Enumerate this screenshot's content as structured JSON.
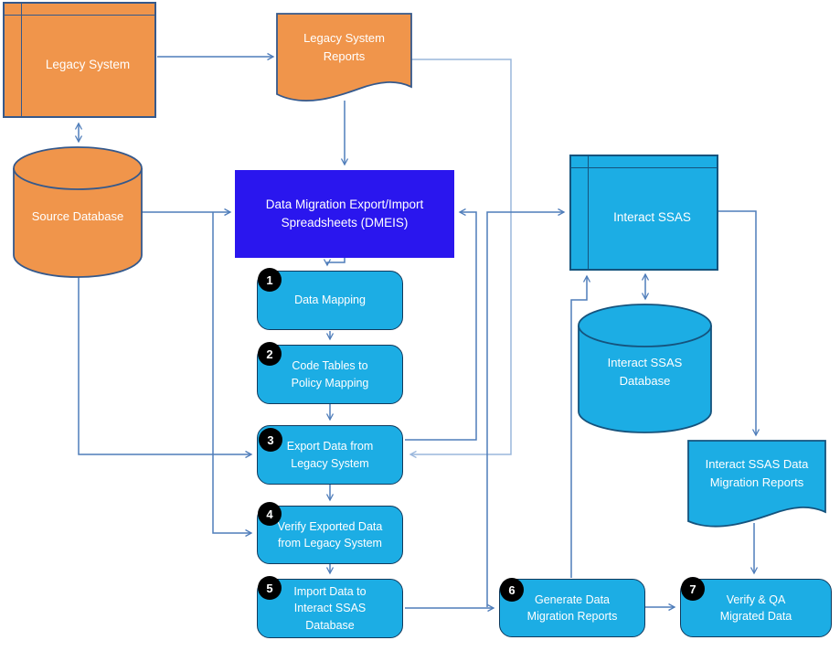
{
  "diagram": {
    "nodes": {
      "legacy_system": "Legacy System",
      "legacy_system_reports": "Legacy System Reports",
      "source_database": "Source Database",
      "dmeis": "Data Migration  Export/Import Spreadsheets (DMEIS)",
      "interact_ssas": "Interact SSAS",
      "interact_ssas_database": "Interact SSAS Database",
      "interact_ssas_reports": "Interact SSAS Data Migration Reports"
    },
    "steps": [
      {
        "num": "1",
        "label": "Data Mapping"
      },
      {
        "num": "2",
        "label": "Code Tables to Policy Mapping"
      },
      {
        "num": "3",
        "label": "Export Data from Legacy System"
      },
      {
        "num": "4",
        "label": "Verify Exported Data from Legacy System"
      },
      {
        "num": "5",
        "label": "Import Data to Interact SSAS Database"
      },
      {
        "num": "6",
        "label": "Generate Data Migration Reports"
      },
      {
        "num": "7",
        "label": "Verify & QA Migrated Data"
      }
    ],
    "colors": {
      "legacy_fill": "#F0954B",
      "legacy_border": "#35598C",
      "process_fill": "#1CADE4",
      "process_border": "#15537D",
      "dmeis_fill": "#2A16EE",
      "connector": "#4F7DBA",
      "connector_light": "#9AB7DC",
      "badge": "#000000",
      "text": "#FFFFFF"
    }
  }
}
